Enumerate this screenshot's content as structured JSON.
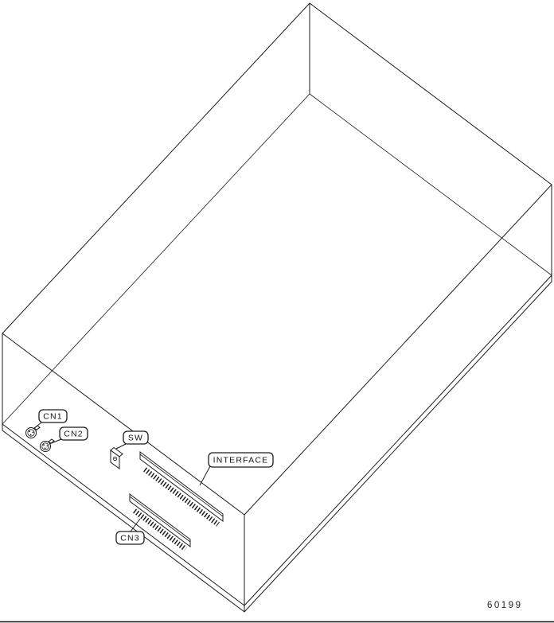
{
  "figure": {
    "kind": "isometric wireframe enclosure diagram",
    "figure_number": "60199",
    "callouts": [
      {
        "id": "cn1",
        "text": "CN1"
      },
      {
        "id": "cn2",
        "text": "CN2"
      },
      {
        "id": "sw",
        "text": "SW"
      },
      {
        "id": "interface",
        "text": "INTERFACE"
      },
      {
        "id": "cn3",
        "text": "CN3"
      }
    ]
  }
}
